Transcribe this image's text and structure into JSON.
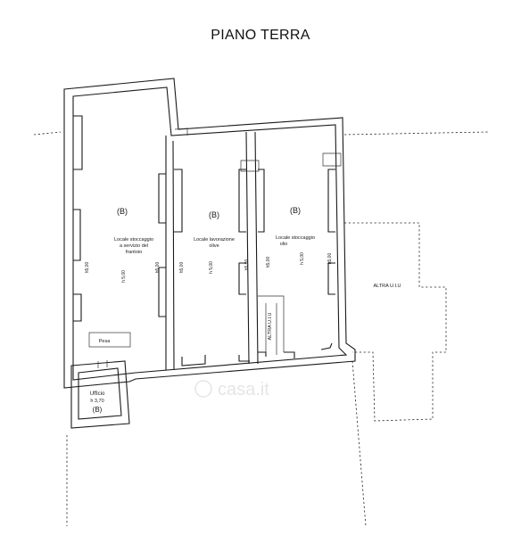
{
  "title": "PIANO TERRA",
  "rooms": [
    {
      "category": "(B)",
      "name_line1": "Locale stoccaggio",
      "name_line2": "a servizio del",
      "name_line3": "frantoio",
      "height": "h 5,00",
      "dims_left": "h5,00",
      "dims_right": "h5,00"
    },
    {
      "category": "(B)",
      "name_line1": "Locale lavorazione",
      "name_line2": "olive",
      "height": "h 5,00",
      "dims_left": "h5,00",
      "dims_right": "h5,00"
    },
    {
      "category": "(B)",
      "name_line1": "Locale stoccaggio",
      "name_line2": "olio",
      "height": "h 5,00",
      "dims_left": "h5,00",
      "dims_right": "h5,00"
    }
  ],
  "office": {
    "name": "Ufficio",
    "height": "h 3,70",
    "category": "(B)"
  },
  "scale_box": "Pesa",
  "altra_corridor": "ALTRA U.I.U",
  "altra_right": "ALTRA U.I.U",
  "watermark": "casa.it"
}
